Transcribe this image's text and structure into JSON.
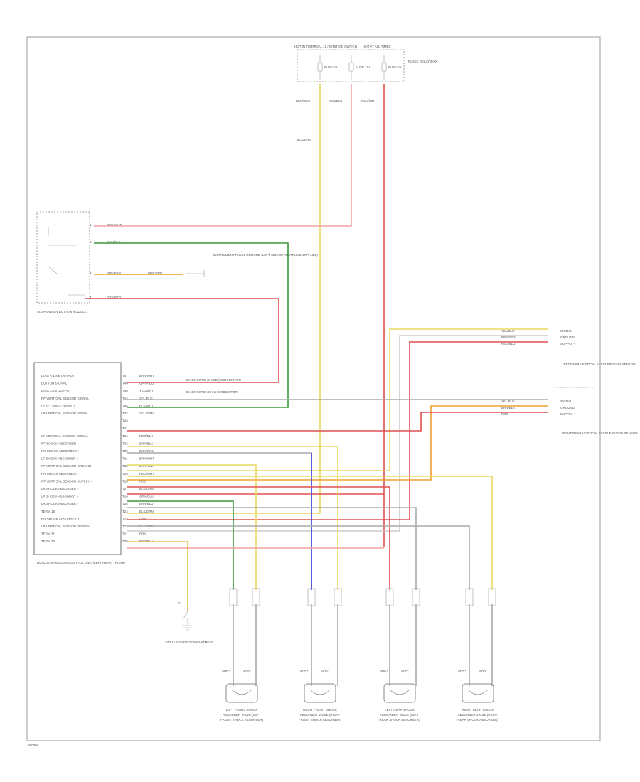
{
  "figure_code": "W0000",
  "fuse_panel": {
    "label_left": "HOT IN TERMINAL 15 / IGNITION SWITCH",
    "label_right": "HOT AT ALL TIMES",
    "fuse_box_label": "FUSE / RELAY BOX",
    "fuses": [
      "FUSE 5A",
      "FUSE 10A",
      "FUSE 5A"
    ],
    "wire_colors_top": [
      "BLK/GRN",
      "RED/BLU",
      "RED/WHT"
    ],
    "wire_color_down": "BLK/GRN"
  },
  "switch": {
    "label": "SUSPENSION BUTTON MODULE",
    "pins": [
      "1",
      "2",
      "3",
      "4"
    ],
    "wires": [
      "RED/WHT",
      "GRN/BLK",
      "BRN/BRN",
      "GRY/RED"
    ],
    "inline_wire": "BRN/BRN",
    "ground_text": "INSTRUMENT PANEL GROUND (LEFT SIDE OF INSTRUMENT PANEL)"
  },
  "control_unit": {
    "label": "DUAL SUSPENSION CONTROL UNIT (LEFT REAR, TRUNK)",
    "pin_labels": [
      "DIAG K-LINE OUTPUT",
      "BUTTON SIGNAL",
      "DIAG CAN OUTPUT",
      "RF VERTICAL SENSOR SIGNAL",
      "LEVEL SWITCH INPUT",
      "LR VERTICAL SENSOR SIGNAL",
      "",
      "",
      "LF VERTICAL SENSOR SIGNAL",
      "RF SHOCK ABSORBER -",
      "RR SHOCK ABSORBER +",
      "LF SHOCK ABSORBER +",
      "RF VERTICAL SENSOR GROUND",
      "RR SHOCK ABSORBER -",
      "RF VERTICAL SENSOR SUPPLY +",
      "LR SHOCK ABSORBER +",
      "LF SHOCK ABSORBER -",
      "LR SHOCK ABSORBER -",
      "TERM 15",
      "RR SHOCK ABSORBER +",
      "LR VERTICAL SENSOR SUPPLY",
      "TERM 31",
      "TERM 30"
    ],
    "pin_numbers": [
      "T47",
      "T48",
      "T46",
      "T44",
      "T45",
      "T42",
      "T43",
      "T41",
      "T34",
      "T33",
      "T32",
      "T31",
      "T30",
      "T29",
      "T28",
      "T27",
      "T26",
      "T25",
      "T24",
      "T23",
      "T22",
      "T21",
      "T20"
    ],
    "wire_colors": [
      "BRN/WHT",
      "GRY/RED",
      "YEL/WHT",
      "YEL/BLU",
      "BLK/WHT",
      "YEL/GRN",
      "",
      "",
      "RED/BLK",
      "BRN/BLK",
      "BRN/GRN",
      "BRN/WHT",
      "BRN/YEL",
      "RED/WHT",
      "RED",
      "BLK/GRN",
      "GRN/BLU",
      "BRN/BLU",
      "BLK/GRN",
      "GRY",
      "BLU/GRN",
      "BRN",
      "RED/BLU"
    ],
    "diag_notes": [
      "DIAGNOSTIC (K-LINE) CONNECTOR",
      "DIAGNOSTIC (CAN) CONNECTOR"
    ]
  },
  "sensors_right": [
    {
      "name": "LEFT REAR VERTICAL ACCELERATION SENSOR",
      "pins": [
        "SIGNAL",
        "GROUND",
        "SUPPLY +"
      ],
      "wires": [
        "YEL/BLU",
        "BRN/GRN",
        "RED/BLU"
      ]
    },
    {
      "name": "RIGHT REAR VERTICAL ACCELERATION SENSOR",
      "pins": [
        "SIGNAL",
        "GROUND",
        "SUPPLY +"
      ],
      "wires": [
        "YEL/BLU",
        "BRN/BLK",
        "RED"
      ]
    }
  ],
  "ground": {
    "id": "G1",
    "label": "LEFT LUGGAGE COMPARTMENT"
  },
  "shocks": [
    {
      "name": "LEFT FRONT SHOCK ABSORBER VALVE (LEFT FRONT SHOCK ABSORBER)",
      "terminals": [
        "SHK+",
        "SHK-"
      ]
    },
    {
      "name": "RIGHT FRONT SHOCK ABSORBER VALVE (RIGHT FRONT SHOCK ABSORBER)",
      "terminals": [
        "SHK+",
        "SHK-"
      ]
    },
    {
      "name": "LEFT REAR SHOCK ABSORBER VALVE (LEFT REAR SHOCK ABSORBER)",
      "terminals": [
        "SHK+",
        "SHK-"
      ]
    },
    {
      "name": "RIGHT REAR SHOCK ABSORBER VALVE (RIGHT REAR SHOCK ABSORBER)",
      "terminals": [
        "SHK+",
        "SHK-"
      ]
    }
  ],
  "colors": {
    "frame": "#999999",
    "red": "#e05050",
    "pink": "#f0a0a0",
    "yellow": "#e8d860",
    "orange": "#f0a030",
    "green": "#3a9a3a",
    "gray": "#aaaaaa",
    "blue": "#4040e0",
    "brown": "#a07030"
  }
}
